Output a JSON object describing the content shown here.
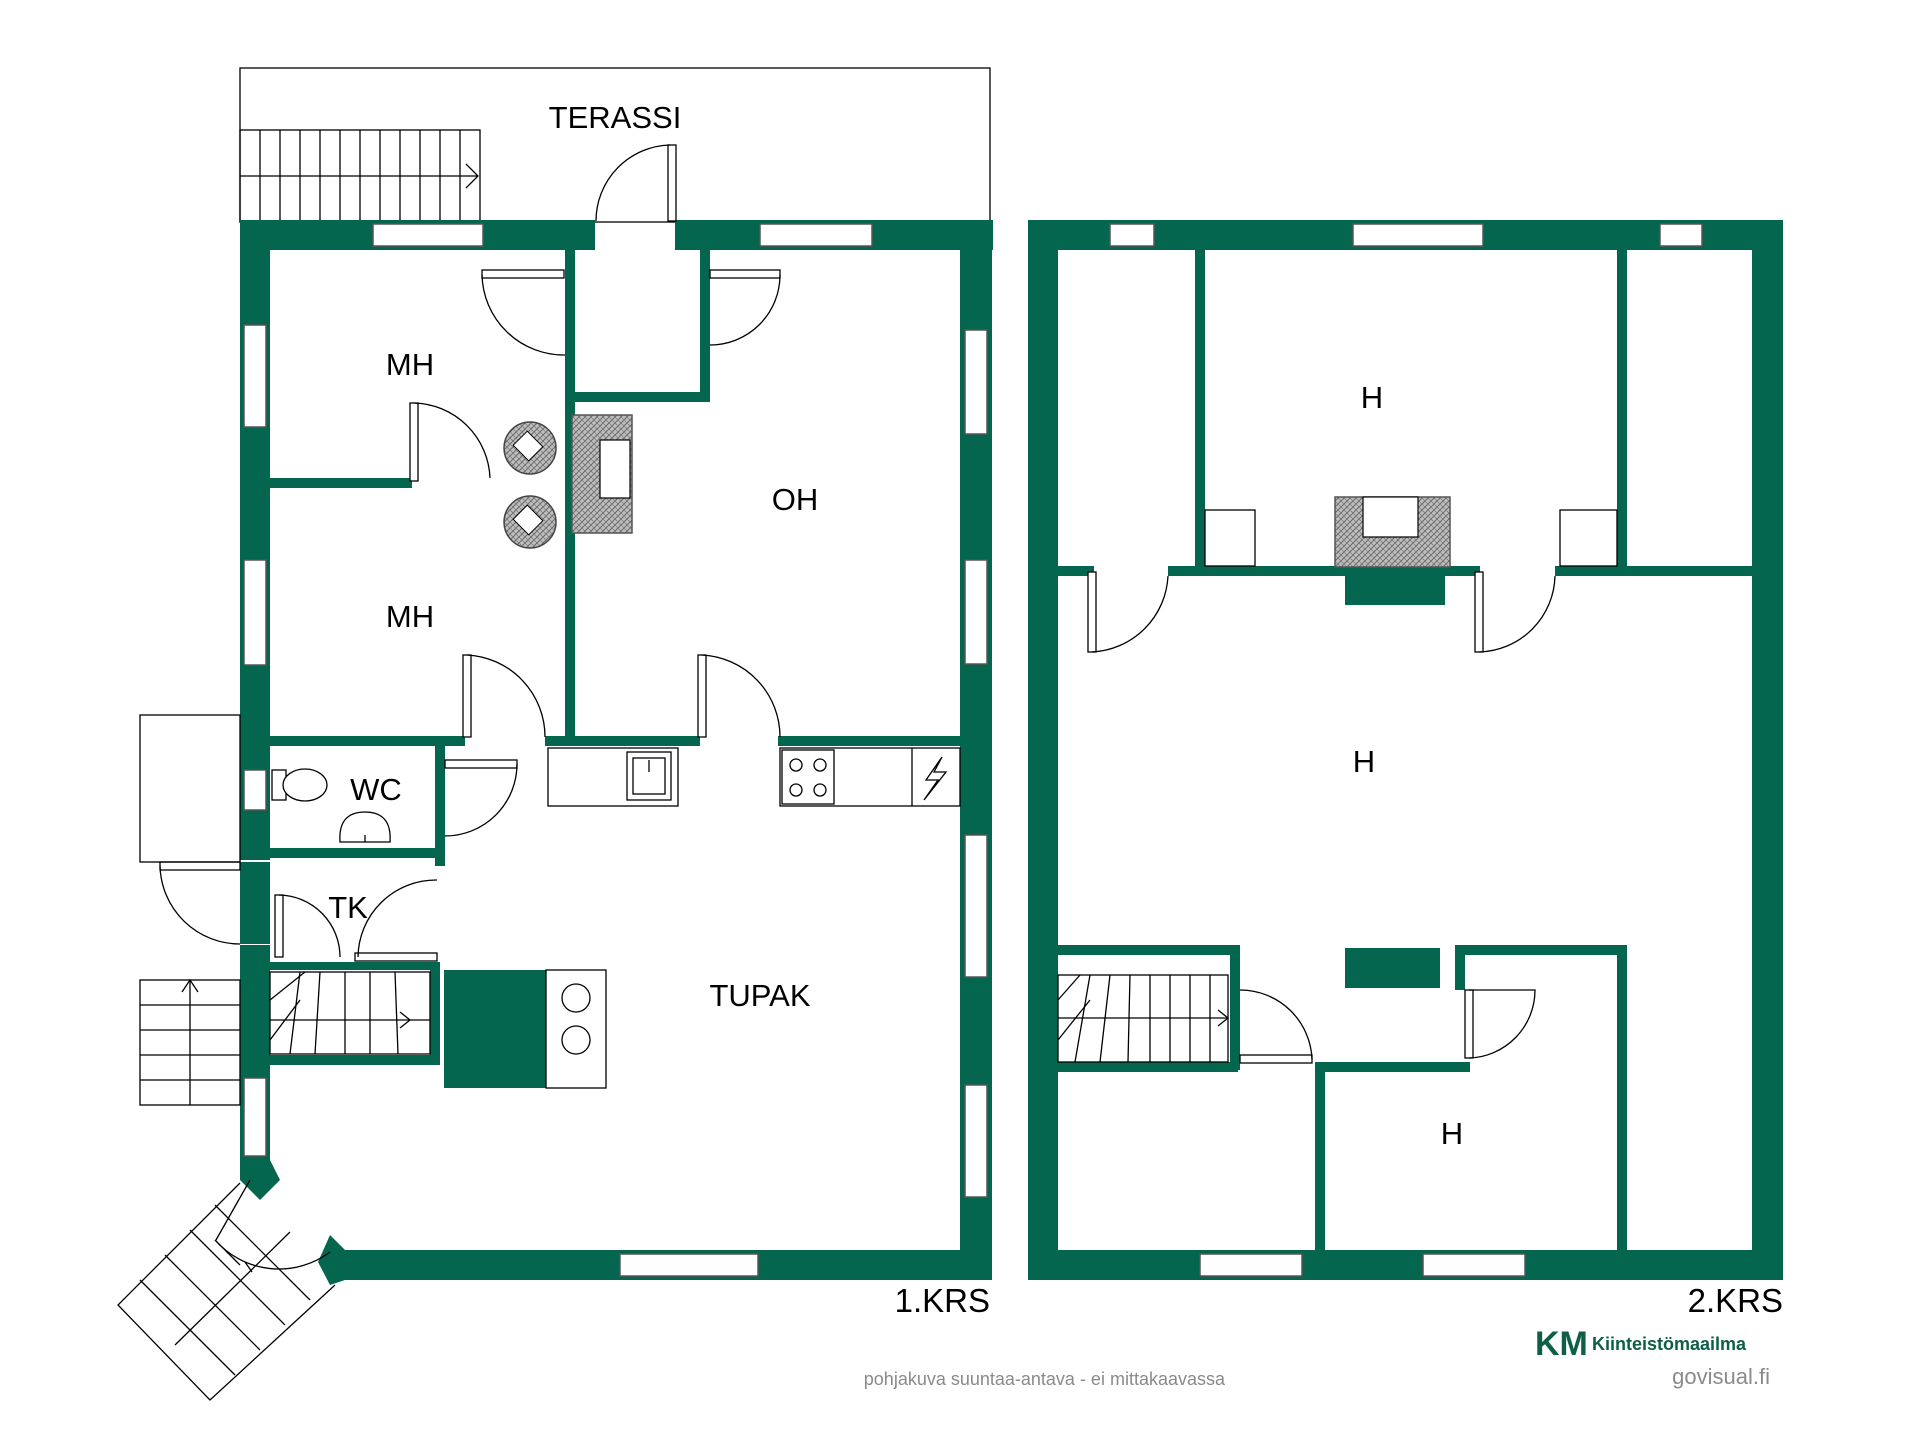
{
  "colors": {
    "wall": "#04664f",
    "brand_green": "#0d5f47",
    "hatch": "#9a9a9a"
  },
  "floor1": {
    "label": "1.KRS",
    "rooms": {
      "terrace": "TERASSI",
      "bedroom_1": "MH",
      "bedroom_2": "MH",
      "living": "OH",
      "wc": "WC",
      "closet": "TK",
      "kitchen": "TUPAK"
    }
  },
  "floor2": {
    "label": "2.KRS",
    "rooms": {
      "room_top": "H",
      "room_middle": "H",
      "room_bottom": "H"
    }
  },
  "footer": {
    "disclaimer": "pohjakuva suuntaa-antava - ei mittakaavassa",
    "logo_mark": "KM",
    "brand": "Kiinteistömaailma",
    "website": "govisual.fi",
    "logo_icon": "km-logo-icon"
  }
}
